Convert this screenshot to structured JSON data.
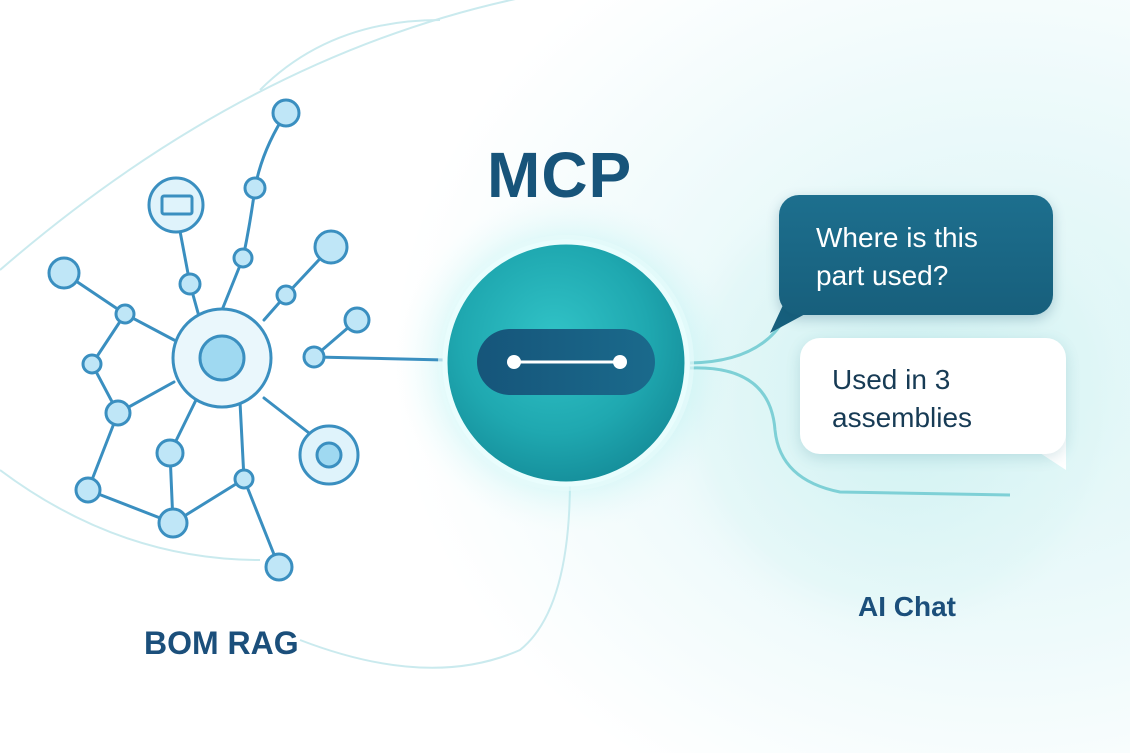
{
  "diagram": {
    "title": "MCP",
    "left_component": "BOM RAG",
    "right_component": "AI Chat"
  },
  "chat": {
    "question_lines": [
      "Where is this",
      "part used?"
    ],
    "answer_lines": [
      "Used in 3",
      "assemblies"
    ]
  },
  "colors": {
    "title_navy": "#17547a",
    "label_navy": "#1b4f7b",
    "network_blue": "#3a8fc0",
    "node_fill": "#bfe6f7",
    "hub_teal": "#25b6bc",
    "question_bubble": "#1b6a89",
    "answer_bubble": "#ffffff"
  },
  "icons": {
    "connector": "link-capsule-icon",
    "network": "bom-graph-icon",
    "document_node": "rectangle-node-icon",
    "target_node": "target-node-icon"
  }
}
